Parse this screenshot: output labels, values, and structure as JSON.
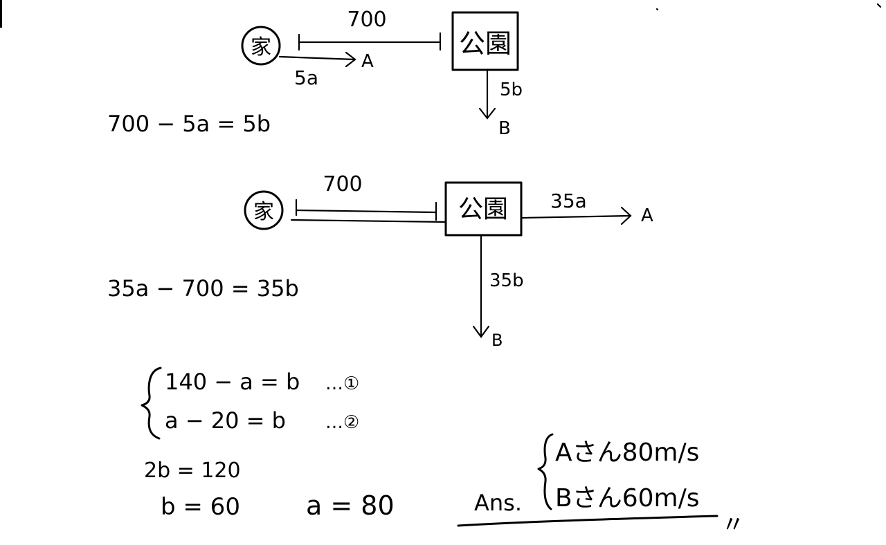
{
  "diagram1": {
    "house": "家",
    "park": "公園",
    "distance": "700",
    "a_label": "A",
    "a_dist": "5a",
    "b_dist": "5b",
    "b_label": "B",
    "equation": "700 − 5a = 5b"
  },
  "diagram2": {
    "house": "家",
    "park": "公園",
    "distance": "700",
    "a_dist": "35a",
    "a_label": "A",
    "b_dist": "35b",
    "b_label": "B",
    "equation": "35a − 700 = 35b"
  },
  "system": {
    "eq1": "140 − a = b",
    "eq1_tag": "…①",
    "eq2": "a − 20 = b",
    "eq2_tag": "…②"
  },
  "solution": {
    "line1": "2b = 120",
    "line2": "b = 60",
    "line3": "a = 80"
  },
  "answer": {
    "label": "Ans.",
    "line_a": "Aさん80m/s",
    "line_b": "Bさん60m/s",
    "end_mark": "〃"
  }
}
